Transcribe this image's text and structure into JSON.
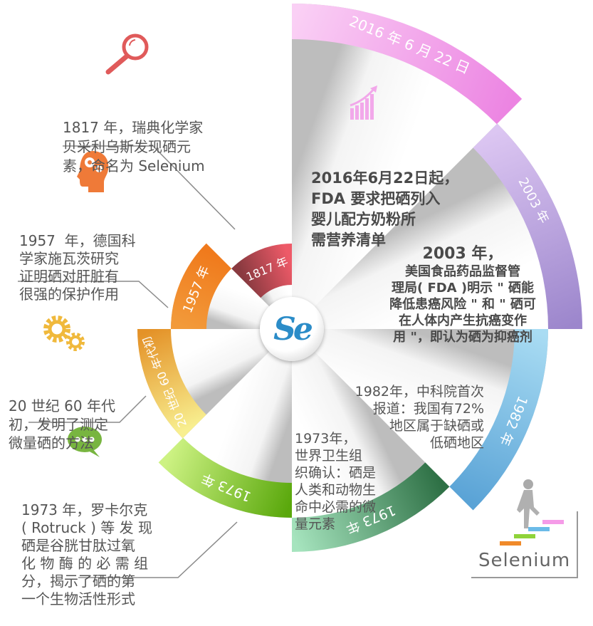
{
  "colors": {
    "pink": "#ee8be4",
    "purple": "#a58ed3",
    "blue": "#66add9",
    "green_dark": "#5cb27a",
    "green_light": "#8fd21c",
    "yellow": "#f2c447",
    "orange": "#f28a26",
    "red": "#e5505f",
    "logo_blue": "#2b8cc8",
    "text": "#555555"
  },
  "center_logo": "Se",
  "bands": [
    {
      "label": "2016 年 6 月 22 日",
      "color": "pink"
    },
    {
      "label": "2003 年",
      "color": "purple"
    },
    {
      "label": "1982 年",
      "color": "blue"
    },
    {
      "label": "1973 年",
      "color": "green_dark"
    },
    {
      "label": "1973 年",
      "color": "green_light"
    },
    {
      "label": "20 世纪 60 年代初",
      "color": "yellow"
    },
    {
      "label": "1957 年",
      "color": "orange"
    },
    {
      "label": "1817 年",
      "color": "red"
    }
  ],
  "events": {
    "e1817": {
      "icon": "magnifier-icon",
      "lines": [
        "1817 年，瑞典化学家",
        "贝采利乌斯发现硒元",
        "素，命名为 Selenium"
      ]
    },
    "e1957": {
      "icon": "head-gears-icon",
      "lines": [
        "1957  年，德国科",
        "学家施瓦茨研究",
        "证明硒对肝脏有",
        "很强的保护作用"
      ]
    },
    "e1960": {
      "icon": "gears-icon",
      "lines": [
        "20 世纪 60 年代",
        "初，发明了测定",
        "微量硒的方法"
      ]
    },
    "e1973a": {
      "icon": "speech-bubble-icon",
      "lines": [
        "1973 年，罗卡尔克",
        "( Rotruck ) 等 发 现",
        "硒是谷胱甘肽过氧",
        "化 物 酶 的 必 需 组",
        "分，揭示了硒的第",
        "一个生物活性形式"
      ]
    },
    "e2016": {
      "icon": "growth-chart-icon",
      "lines": [
        "2016年6月22日起，",
        "FDA 要求把硒列入",
        "婴儿配方奶粉所",
        "需营养清单"
      ]
    },
    "e2003": {
      "lines": [
        "2003 年，",
        "美国食品药品监督管",
        "理局( FDA )明示 \" 硒能",
        "降低患癌风险 \" 和 \" 硒可",
        "在人体内产生抗癌变作",
        "用 \"，即认为硒为抑癌剂"
      ]
    },
    "e1982": {
      "lines": [
        "1982年，中科院首次",
        "报道：我国有72%",
        "地区属于缺硒或",
        "低硒地区"
      ]
    },
    "e1973b": {
      "lines": [
        "1973年，",
        "世界卫生组",
        "织确认：硒是",
        "人类和动物生",
        "命中必需的微",
        "量元素"
      ]
    }
  },
  "brand": {
    "word": "Selenium",
    "step_colors": [
      "#f08a2a",
      "#8fd33a",
      "#6bbbe8",
      "#f59be8"
    ]
  }
}
